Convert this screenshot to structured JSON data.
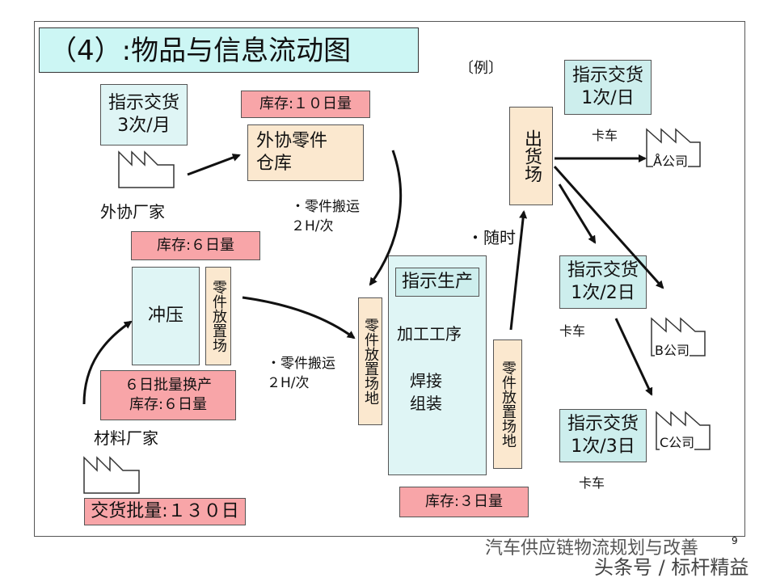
{
  "title": "（4）:物品与信息流动图",
  "example_tag": "〔例〕",
  "left": {
    "supplier_order": "指示交货\n3次/月",
    "outsource_label": "外协厂家",
    "stock_10": "库存:１０日量",
    "outsource_warehouse": "外协零件\n仓库",
    "carry_1": "・零件搬运\n２H/次",
    "stock_6": "库存:６日量",
    "stamping": "冲压",
    "parts_yard_1": "零件放置场",
    "batch": "６日批量换产\n库存:６日量",
    "carry_2": "・零件搬运\n２H/次",
    "material_label": "材料厂家",
    "delivery_lot": "交货批量:１３０日"
  },
  "center": {
    "parts_yard_2": "零件放置场地",
    "production_order": "指示生产",
    "process": "加工工序",
    "weld": "焊接",
    "assemble": "组装",
    "parts_yard_3": "零件放置场地",
    "stock_3": "库存:３日量",
    "anytime": "・随时"
  },
  "right": {
    "shipping": "出货场",
    "order_a": "指示交货\n1次/日",
    "truck_a": "卡车",
    "company_a": "Å公司",
    "order_b": "指示交货\n1次/2日",
    "truck_b": "卡车",
    "company_b": "B公司",
    "order_c": "指示交货\n1次/3日",
    "truck_c": "卡车",
    "company_c": "C公司"
  },
  "watermark": {
    "line1": "汽车供应链物流规划与改善",
    "line2": "头条号 / 标杆精益"
  },
  "page_number": "9",
  "colors": {
    "cyan": "#dff5f5",
    "peach": "#fbe8cf",
    "pink": "#f8a5a8",
    "title_bg": "#ccf6f4"
  }
}
